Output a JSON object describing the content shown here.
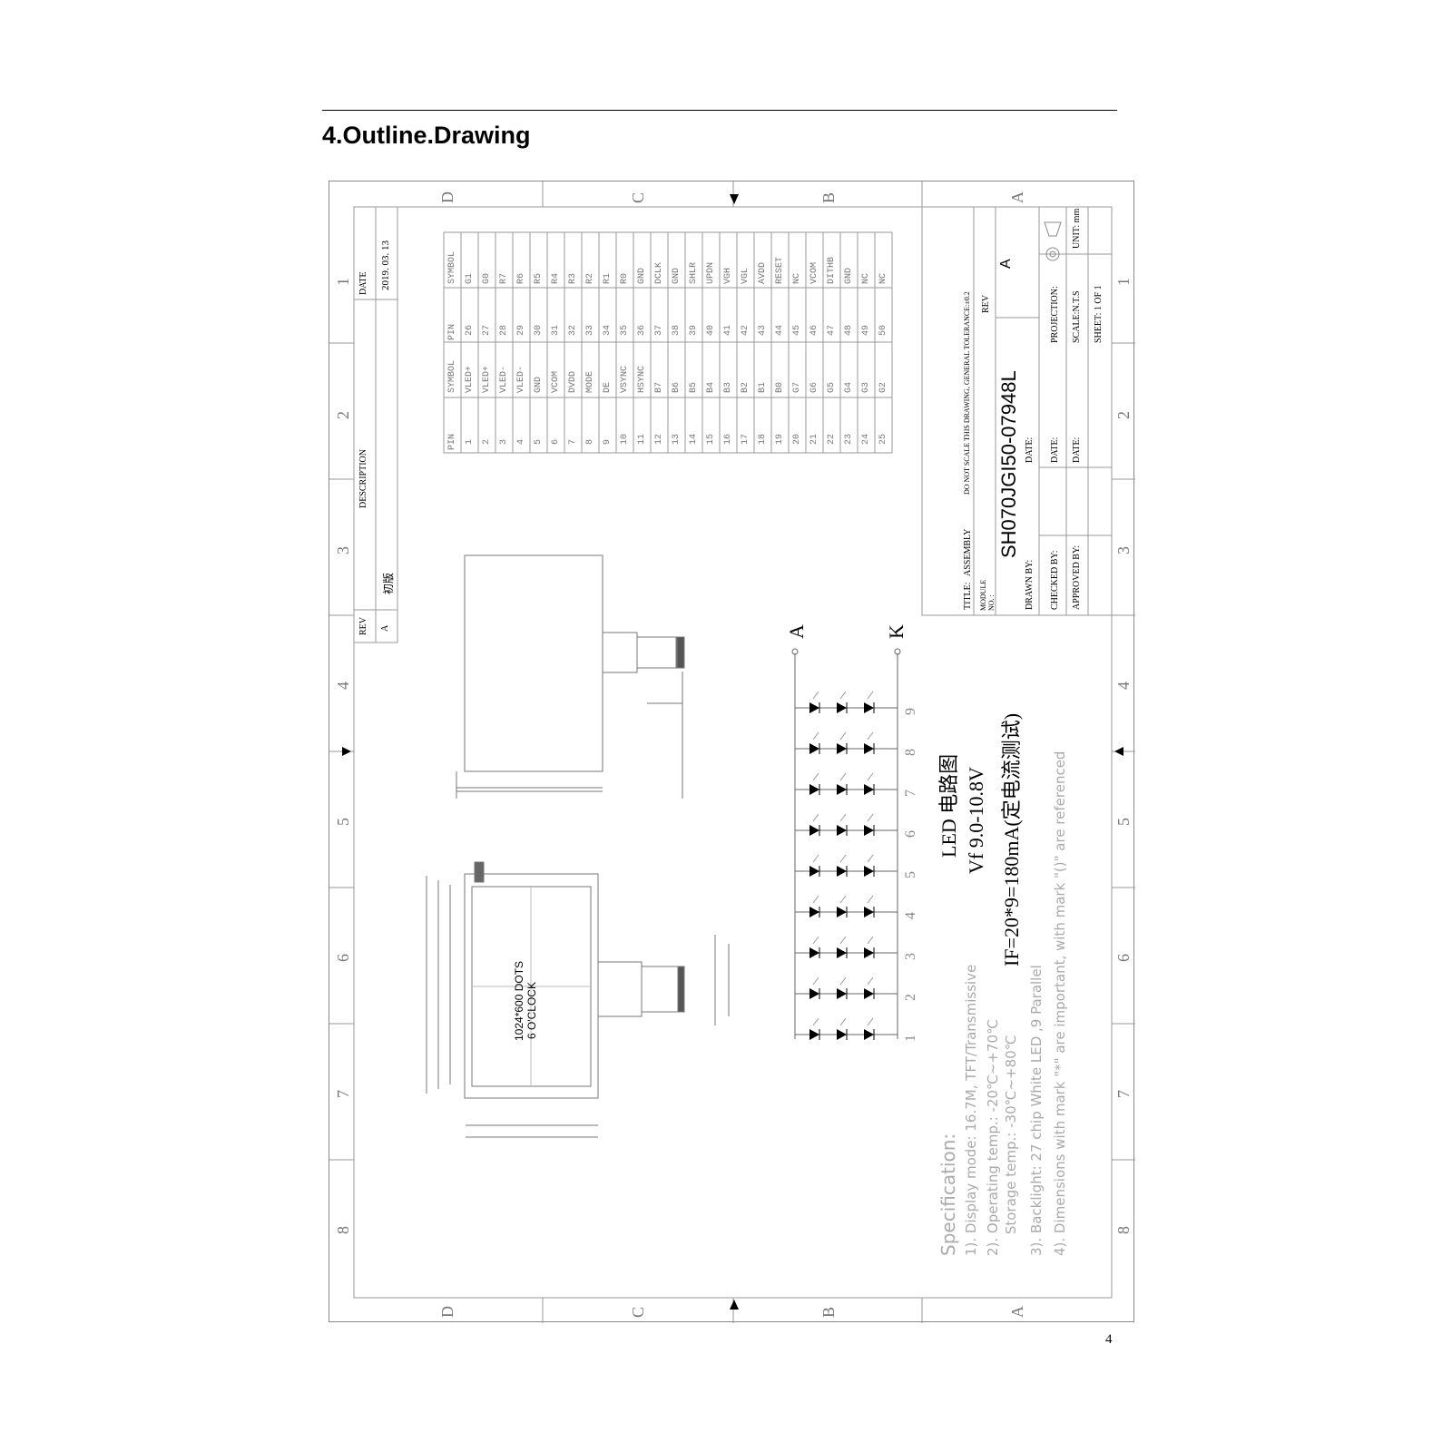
{
  "heading": "4.Outline.Drawing",
  "page_number": "4",
  "zones": {
    "numbers": [
      "1",
      "2",
      "3",
      "4",
      "5",
      "6",
      "7",
      "8"
    ],
    "top_letters": [
      "D",
      "C",
      "B",
      "A"
    ],
    "bottom_letters": [
      "D",
      "C",
      "B",
      "A"
    ]
  },
  "revision_block": {
    "rev_label": "REV",
    "rev_value": "A",
    "description_label": "DESCRIPTION",
    "description_value": "初版",
    "date_label": "DATE",
    "date_value": "2019. 03. 13"
  },
  "pin_table": {
    "header_pin": "PIN",
    "header_symbol": "SYMBOL",
    "left": [
      [
        "1",
        "VLED+"
      ],
      [
        "2",
        "VLED+"
      ],
      [
        "3",
        "VLED-"
      ],
      [
        "4",
        "VLED-"
      ],
      [
        "5",
        "GND"
      ],
      [
        "6",
        "VCOM"
      ],
      [
        "7",
        "DVDD"
      ],
      [
        "8",
        "MODE"
      ],
      [
        "9",
        "DE"
      ],
      [
        "10",
        "VSYNC"
      ],
      [
        "11",
        "HSYNC"
      ],
      [
        "12",
        "B7"
      ],
      [
        "13",
        "B6"
      ],
      [
        "14",
        "B5"
      ],
      [
        "15",
        "B4"
      ],
      [
        "16",
        "B3"
      ],
      [
        "17",
        "B2"
      ],
      [
        "18",
        "B1"
      ],
      [
        "19",
        "B0"
      ],
      [
        "20",
        "G7"
      ],
      [
        "21",
        "G6"
      ],
      [
        "22",
        "G5"
      ],
      [
        "23",
        "G4"
      ],
      [
        "24",
        "G3"
      ],
      [
        "25",
        "G2"
      ]
    ],
    "right": [
      [
        "26",
        "G1"
      ],
      [
        "27",
        "G0"
      ],
      [
        "28",
        "R7"
      ],
      [
        "29",
        "R6"
      ],
      [
        "30",
        "R5"
      ],
      [
        "31",
        "R4"
      ],
      [
        "32",
        "R3"
      ],
      [
        "33",
        "R2"
      ],
      [
        "34",
        "R1"
      ],
      [
        "35",
        "R0"
      ],
      [
        "36",
        "GND"
      ],
      [
        "37",
        "DCLK"
      ],
      [
        "38",
        "GND"
      ],
      [
        "39",
        "SHLR"
      ],
      [
        "40",
        "UPDN"
      ],
      [
        "41",
        "VGH"
      ],
      [
        "42",
        "VGL"
      ],
      [
        "43",
        "AVDD"
      ],
      [
        "44",
        "RESET"
      ],
      [
        "45",
        "NC"
      ],
      [
        "46",
        "VCOM"
      ],
      [
        "47",
        "DITHB"
      ],
      [
        "48",
        "GND"
      ],
      [
        "49",
        "NC"
      ],
      [
        "50",
        "NC"
      ]
    ]
  },
  "title_block": {
    "title_label": "TITLE:",
    "title_value": "ASSEMBLY",
    "tolerance_note": "DO NOT SCALE THIS DRAWING, GENERAL TOLERANCE:±0.2",
    "module_label": "MODULE NO. :",
    "module_no": "SH070JGI50-07948L",
    "rev_label": "REV",
    "rev_value": "A",
    "drawn_by": "DRAWN BY:",
    "checked_by": "CHECKED BY:",
    "approved_by": "APPROVED BY:",
    "date_label": "DATE:",
    "projection": "PROJECTION:",
    "scale": "SCALE:N.T.S",
    "unit": "UNIT: mm",
    "sheet": "SHEET:  1  OF  1"
  },
  "panel": {
    "resolution": "1024*600 DOTS",
    "viewing": "6 O'CLOCK"
  },
  "led_circuit": {
    "anode": "A",
    "cathode": "K",
    "column_numbers": [
      "1",
      "2",
      "3",
      "4",
      "5",
      "6",
      "7",
      "8",
      "9"
    ],
    "title": "LED 电路图",
    "vf": "Vf 9.0-10.8V",
    "if": "IF=20*9=180mA(定电流测试)"
  },
  "specification": {
    "title": "Specification:",
    "lines": [
      "1). Display mode: 16.7M, TFT/Transmissive",
      "2). Operating temp.: -20℃~+70℃",
      "     Storage temp.: -30℃~+80℃",
      "3). Backlight: 27 chip White LED ,9 Parallel",
      "4). Dimensions with mark \"*\" are important, with mark \"()\" are referenced"
    ]
  }
}
